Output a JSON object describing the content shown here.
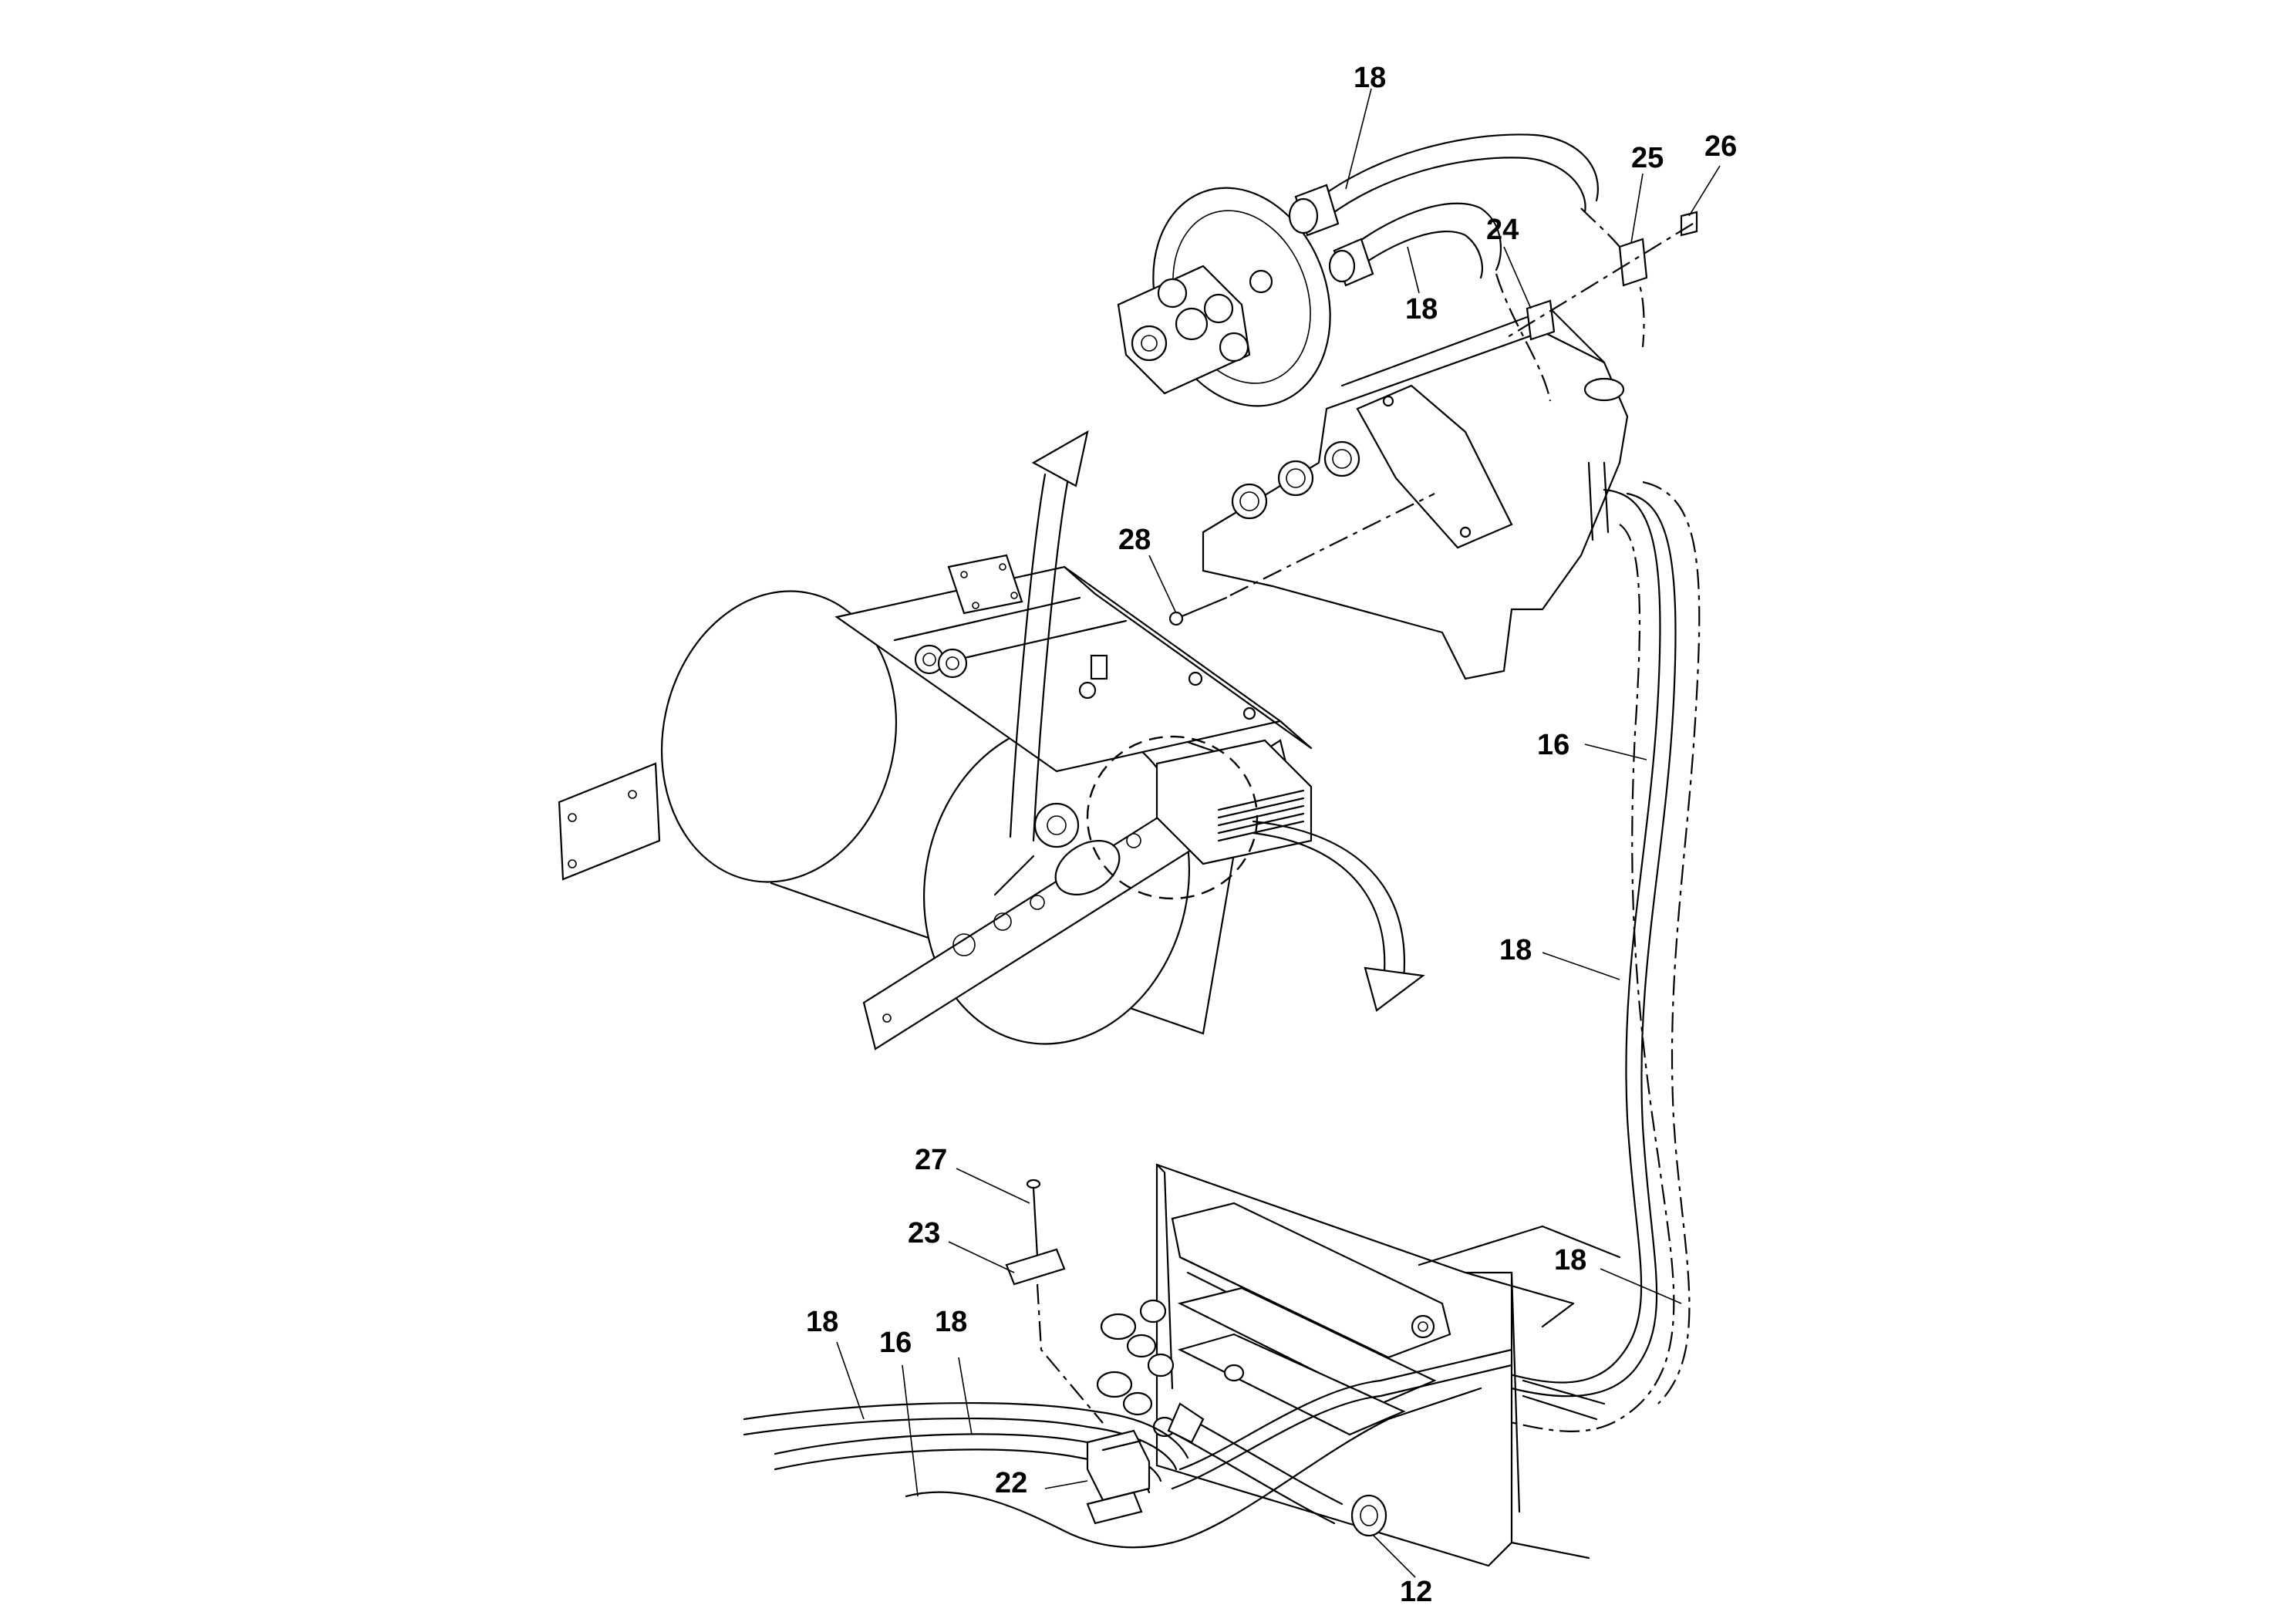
{
  "callouts": [
    {
      "id": "c18a",
      "label": "18"
    },
    {
      "id": "c18b",
      "label": "18"
    },
    {
      "id": "c25",
      "label": "25"
    },
    {
      "id": "c26",
      "label": "26"
    },
    {
      "id": "c24",
      "label": "24"
    },
    {
      "id": "c28",
      "label": "28"
    },
    {
      "id": "c16a",
      "label": "16"
    },
    {
      "id": "c18c",
      "label": "18"
    },
    {
      "id": "c18d",
      "label": "18"
    },
    {
      "id": "c27",
      "label": "27"
    },
    {
      "id": "c23",
      "label": "23"
    },
    {
      "id": "c18e",
      "label": "18"
    },
    {
      "id": "c16b",
      "label": "16"
    },
    {
      "id": "c18f",
      "label": "18"
    },
    {
      "id": "c22",
      "label": "22"
    },
    {
      "id": "c12",
      "label": "12"
    }
  ]
}
